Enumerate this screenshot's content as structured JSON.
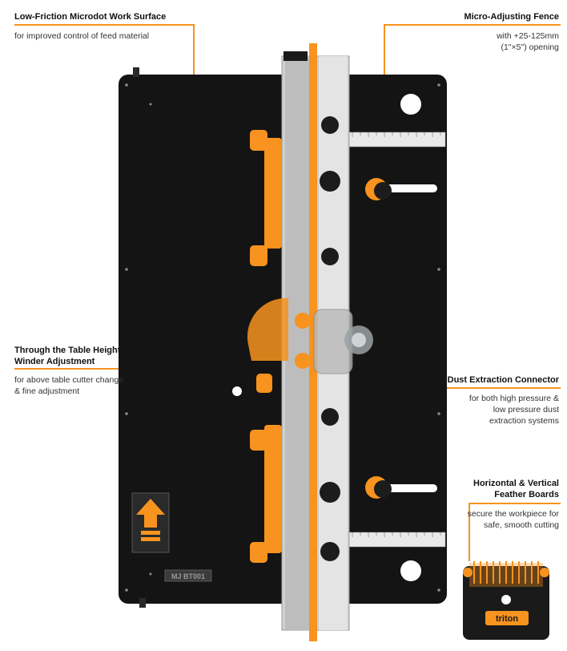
{
  "callouts": {
    "work_surface": {
      "title": "Low-Friction Microdot Work Surface",
      "desc": "for improved control of feed material"
    },
    "fence": {
      "title": "Micro-Adjusting Fence",
      "desc_lines": [
        "with +25-125mm",
        "(1\"×5\") opening"
      ]
    },
    "winder": {
      "title_lines": [
        "Through the Table Height",
        "Winder Adjustment"
      ],
      "desc_lines": [
        "for above table cutter change",
        "& fine adjustment"
      ]
    },
    "dust": {
      "title": "Dust Extraction Connector",
      "desc_lines": [
        "for both high pressure &",
        "low pressure dust",
        "extraction systems"
      ]
    },
    "feather": {
      "title_lines": [
        "Horizontal & Vertical",
        "Feather Boards"
      ],
      "desc_lines": [
        "secure the workpiece for",
        "safe, smooth cutting"
      ]
    }
  },
  "product": {
    "model_plate": "MJ BT001",
    "brand": "triton"
  },
  "colors": {
    "accent": "#f7931e",
    "table": "#141414",
    "fence": "#cfcfcf"
  }
}
